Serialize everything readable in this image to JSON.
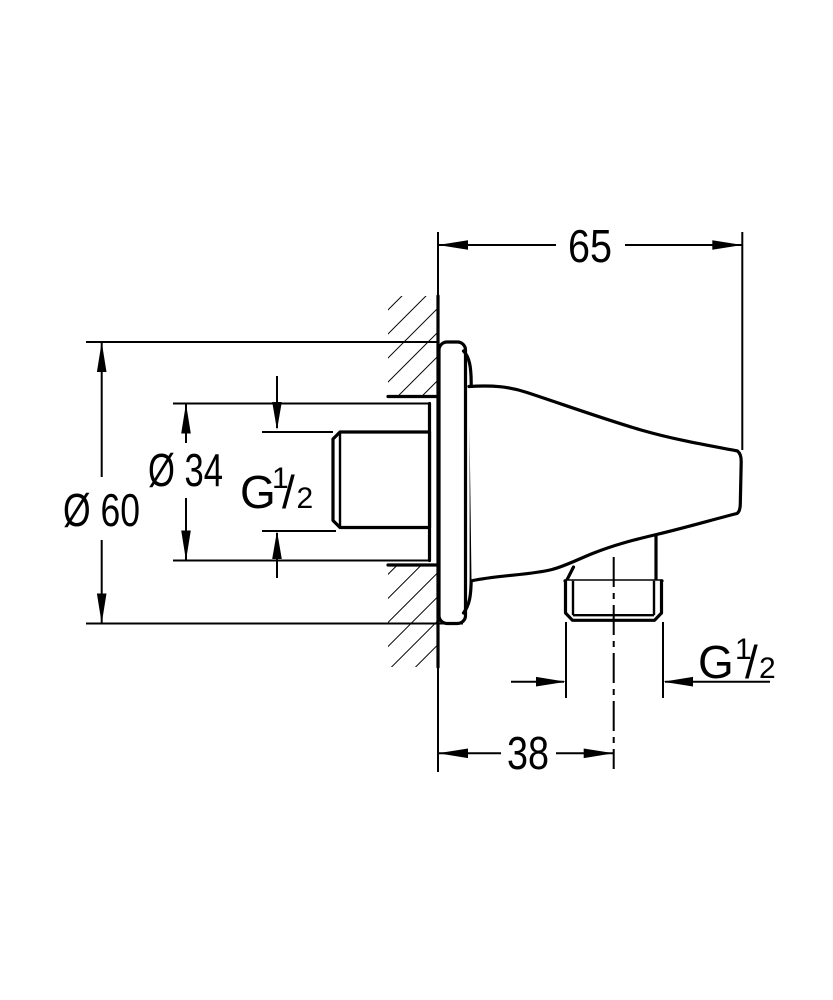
{
  "meta": {
    "type": "technical-dimension-drawing",
    "subject": "wall-mounted shower outlet elbow, side section view",
    "background_color": "#ffffff",
    "line_color": "#000000"
  },
  "annotations": {
    "width_overall": {
      "label": "65"
    },
    "flange_diameter": {
      "label": "Ø 60"
    },
    "bore_diameter": {
      "label": "Ø 34"
    },
    "outlet_offset": {
      "label": "38"
    },
    "wall_thread": {
      "prefix": "G",
      "numerator": "1",
      "slash": "/",
      "denominator": "2"
    },
    "outlet_thread": {
      "prefix": "G",
      "numerator": "1",
      "slash": "/",
      "denominator": "2"
    }
  }
}
